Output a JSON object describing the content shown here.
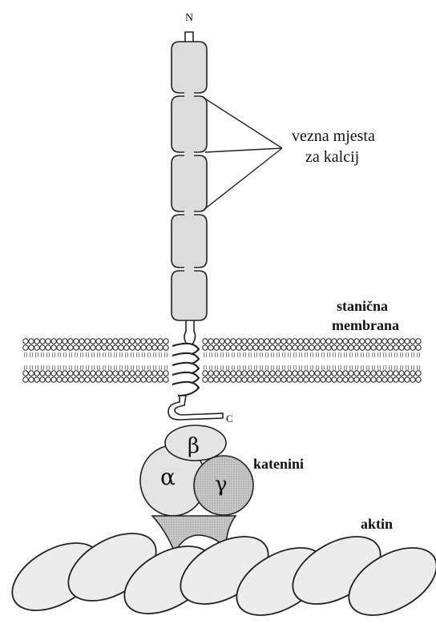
{
  "labels": {
    "n_terminus": "N",
    "c_terminus": "C",
    "binding_sites_line1": "vezna mjesta",
    "binding_sites_line2": "za kalcij",
    "membrane_line1": "stanična",
    "membrane_line2": "membrana",
    "catenins": "katenini",
    "actin": "aktin",
    "beta": "β",
    "alpha": "α",
    "gamma": "γ"
  },
  "colors": {
    "domain_fill": "#dcdcdc",
    "gamma_fill": "#bdbdbd",
    "anchor_fill": "#c4c4c4",
    "actin_fill": "#ececec",
    "stroke": "#222222"
  }
}
